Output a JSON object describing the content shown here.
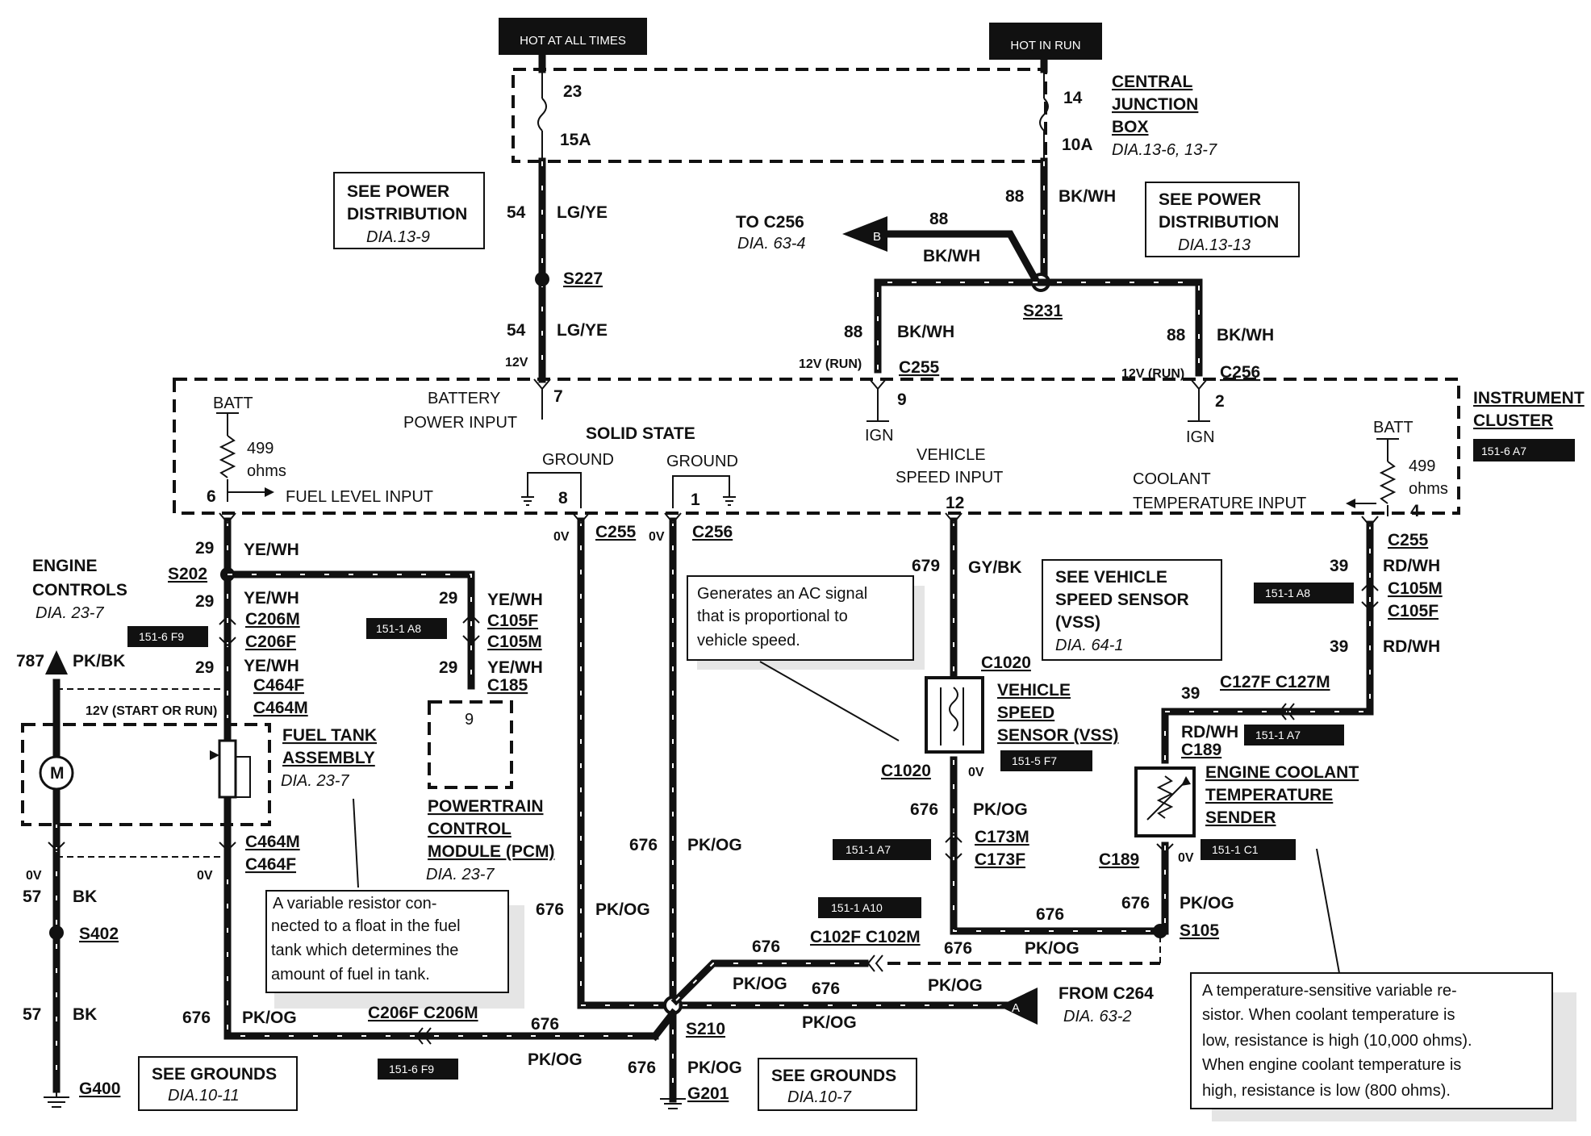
{
  "header": {
    "hot_at_all_times": "HOT AT ALL TIMES",
    "hot_in_run": "HOT IN RUN"
  },
  "central_junction_box": {
    "line1": "CENTRAL",
    "line2": "JUNCTION",
    "line3": "BOX",
    "ref": "DIA.13-6, 13-7",
    "fuse_a_num": "23",
    "fuse_a_amp": "15A",
    "fuse_b_num": "14",
    "fuse_b_amp": "10A"
  },
  "power_dist_left": {
    "line1": "SEE POWER",
    "line2": "DISTRIBUTION",
    "ref": "DIA.13-9"
  },
  "power_dist_right": {
    "line1": "SEE POWER",
    "line2": "DISTRIBUTION",
    "ref": "DIA.13-13"
  },
  "wires": {
    "w54": "54",
    "lgye": "LG/YE",
    "w88": "88",
    "bkwh": "BK/WH",
    "w29": "29",
    "yewh": "YE/WH",
    "w787": "787",
    "pkbk": "PK/BK",
    "w57": "57",
    "bk": "BK",
    "w676": "676",
    "pkog": "PK/OG",
    "w679": "679",
    "gybk": "GY/BK",
    "w39": "39",
    "rdwh": "RD/WH"
  },
  "splices": {
    "s227": "S227",
    "s231": "S231",
    "s202": "S202",
    "s402": "S402",
    "s210": "S210",
    "s105": "S105"
  },
  "grounds": {
    "g400": "G400",
    "g201": "G201"
  },
  "connectors": {
    "c255": "C255",
    "c256": "C256",
    "c206m": "C206M",
    "c206f": "C206F",
    "c464f": "C464F",
    "c464m": "C464M",
    "c105f": "C105F",
    "c105m": "C105M",
    "c185": "C185",
    "c1020": "C1020",
    "c173m": "C173M",
    "c173f": "C173F",
    "c127f": "C127F",
    "c127m": "C127M",
    "c189": "C189",
    "c102f": "C102F",
    "c102m": "C102M",
    "c206f_c206m": "C206F C206M",
    "c102f_c102m": "C102F C102M",
    "c127f_c127m": "C127F C127M"
  },
  "to_c256": {
    "label": "TO C256",
    "ref": "DIA. 63-4",
    "arrow": "B"
  },
  "from_c264": {
    "label": "FROM C264",
    "ref": "DIA. 63-2",
    "arrow": "A"
  },
  "instrument_cluster": {
    "line1": "INSTRUMENT",
    "line2": "CLUSTER",
    "grid": "151-6 A7",
    "batt": "BATT",
    "ohms_val": "499",
    "ohms": "ohms",
    "fuel_level_input": "FUEL LEVEL INPUT",
    "battery_power_input_1": "BATTERY",
    "battery_power_input_2": "POWER INPUT",
    "solid_state": "SOLID STATE",
    "ground": "GROUND",
    "ign": "IGN",
    "vehicle_speed_1": "VEHICLE",
    "vehicle_speed_2": "SPEED INPUT",
    "coolant_1": "COOLANT",
    "coolant_2": "TEMPERATURE INPUT",
    "pin6": "6",
    "pin7": "7",
    "pin8": "8",
    "pin1": "1",
    "pin9": "9",
    "pin12": "12",
    "pin2": "2",
    "pin4": "4"
  },
  "voltages": {
    "v12": "12V",
    "v12run": "12V (RUN)",
    "v0": "0V",
    "v12startrun": "12V (START OR RUN)"
  },
  "engine_controls": {
    "line1": "ENGINE",
    "line2": "CONTROLS",
    "ref": "DIA. 23-7"
  },
  "fuel_tank": {
    "line1": "FUEL TANK",
    "line2": "ASSEMBLY",
    "ref": "DIA. 23-7",
    "motor": "M"
  },
  "pcm": {
    "line1": "POWERTRAIN",
    "line2": "CONTROL",
    "line3": "MODULE (PCM)",
    "ref": "DIA. 23-7",
    "pin": "9"
  },
  "vss_ref": {
    "line1": "SEE VEHICLE",
    "line2": "SPEED SENSOR",
    "line3": "(VSS)",
    "ref": "DIA. 64-1"
  },
  "vss": {
    "line1": "VEHICLE",
    "line2": "SPEED",
    "line3": "SENSOR (VSS)"
  },
  "ect": {
    "line1": "ENGINE COOLANT",
    "line2": "TEMPERATURE",
    "line3": "SENDER"
  },
  "grounds_left": {
    "line1": "SEE GROUNDS",
    "ref": "DIA.10-11"
  },
  "grounds_right": {
    "line1": "SEE GROUNDS",
    "ref": "DIA.10-7"
  },
  "grid_refs": {
    "r151_6f9": "151-6 F9",
    "r151_1a8": "151-1 A8",
    "r151_1a7": "151-1 A7",
    "r151_5f7": "151-5 F7",
    "r151_1c1": "151-1 C1",
    "r151_1a10": "151-1 A10"
  },
  "notes": {
    "ac_1": "Generates an AC signal",
    "ac_2": "that is proportional to",
    "ac_3": "vehicle speed.",
    "fuel_1": "A variable resistor con-",
    "fuel_2": "nected to a float in the fuel",
    "fuel_3": "tank which determines the",
    "fuel_4": "amount of fuel in tank.",
    "temp_1": "A temperature-sensitive variable re-",
    "temp_2": "sistor.  When coolant temperature is",
    "temp_3": "low, resistance is high (10,000 ohms).",
    "temp_4": "When engine coolant temperature is",
    "temp_5": "high, resistance is low (800 ohms)."
  }
}
